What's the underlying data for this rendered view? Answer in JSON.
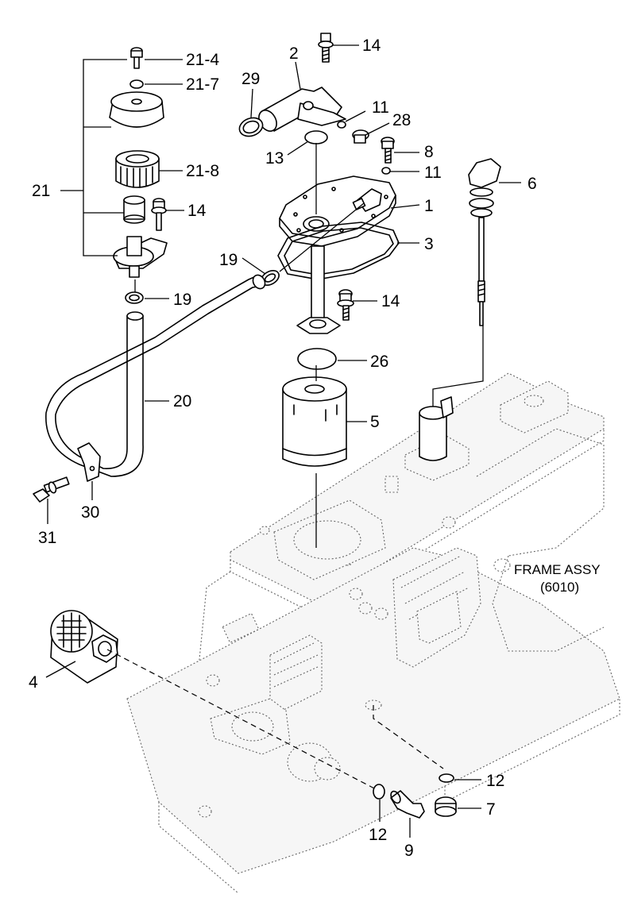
{
  "diagram": {
    "frame_label_line1": "FRAME ASSY",
    "frame_label_line2": "(6010)",
    "callouts": {
      "c2": "2",
      "c14a": "14",
      "c29": "29",
      "c11a": "11",
      "c28": "28",
      "c13": "13",
      "c8": "8",
      "c11b": "11",
      "c6": "6",
      "c1": "1",
      "c3": "3",
      "c21_4": "21-4",
      "c21_7": "21-7",
      "c21_8": "21-8",
      "c21": "21",
      "c14b": "14",
      "c19a": "19",
      "c19b": "19",
      "c14c": "14",
      "c26": "26",
      "c20": "20",
      "c5": "5",
      "c30": "30",
      "c31": "31",
      "c4": "4",
      "c12a": "12",
      "c7": "7",
      "c12b": "12",
      "c9": "9"
    }
  }
}
